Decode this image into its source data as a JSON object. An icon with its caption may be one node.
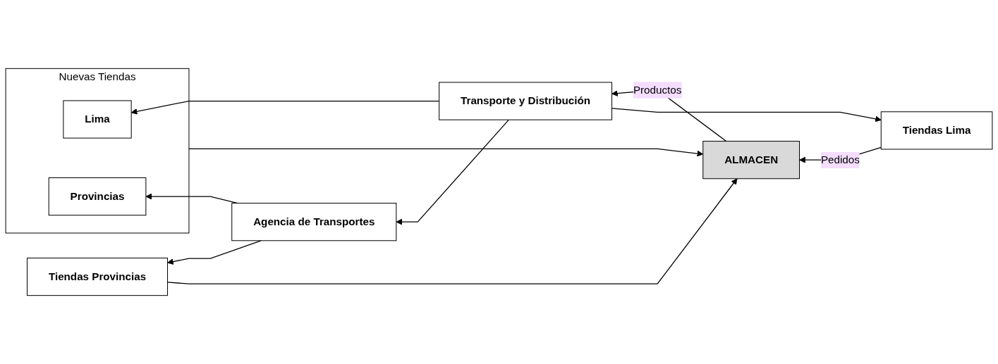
{
  "diagram": {
    "nodes": [
      {
        "text": [
          "Tiendas Lima"
        ]
      },
      {
        "text": [
          "Nuevas Tiendas"
        ]
      },
      {
        "text": [
          "Lima"
        ],
        "in": 1
      },
      {
        "text": [
          "Provincias"
        ],
        "in": 1
      },
      {
        "text": [
          "Transporte y Distribución"
        ]
      },
      {
        "text": [
          "ALMACEN"
        ]
      },
      {
        "text": [
          "Agencia de Transportes"
        ]
      },
      {
        "text": [
          "Tiendas Provincias"
        ]
      }
    ],
    "edges": [
      {
        "from": 5,
        "to": 4,
        "arrow": "to",
        "label": "Productos"
      },
      {
        "from": 4,
        "to": 0,
        "arrow": "to"
      },
      {
        "from": 4,
        "to": 2,
        "arrow": "to"
      },
      {
        "from": 4,
        "to": 6,
        "arrow": "to"
      },
      {
        "from": 6,
        "to": 3,
        "arrow": "to"
      },
      {
        "from": 6,
        "to": 7,
        "arrow": "to"
      },
      {
        "from": 0,
        "to": 5,
        "arrow": "to",
        "label": "Pedidos"
      },
      {
        "from": 1,
        "to": 5,
        "arrow": "to"
      },
      {
        "from": 7,
        "to": 5,
        "arrow": "to"
      }
    ]
  }
}
